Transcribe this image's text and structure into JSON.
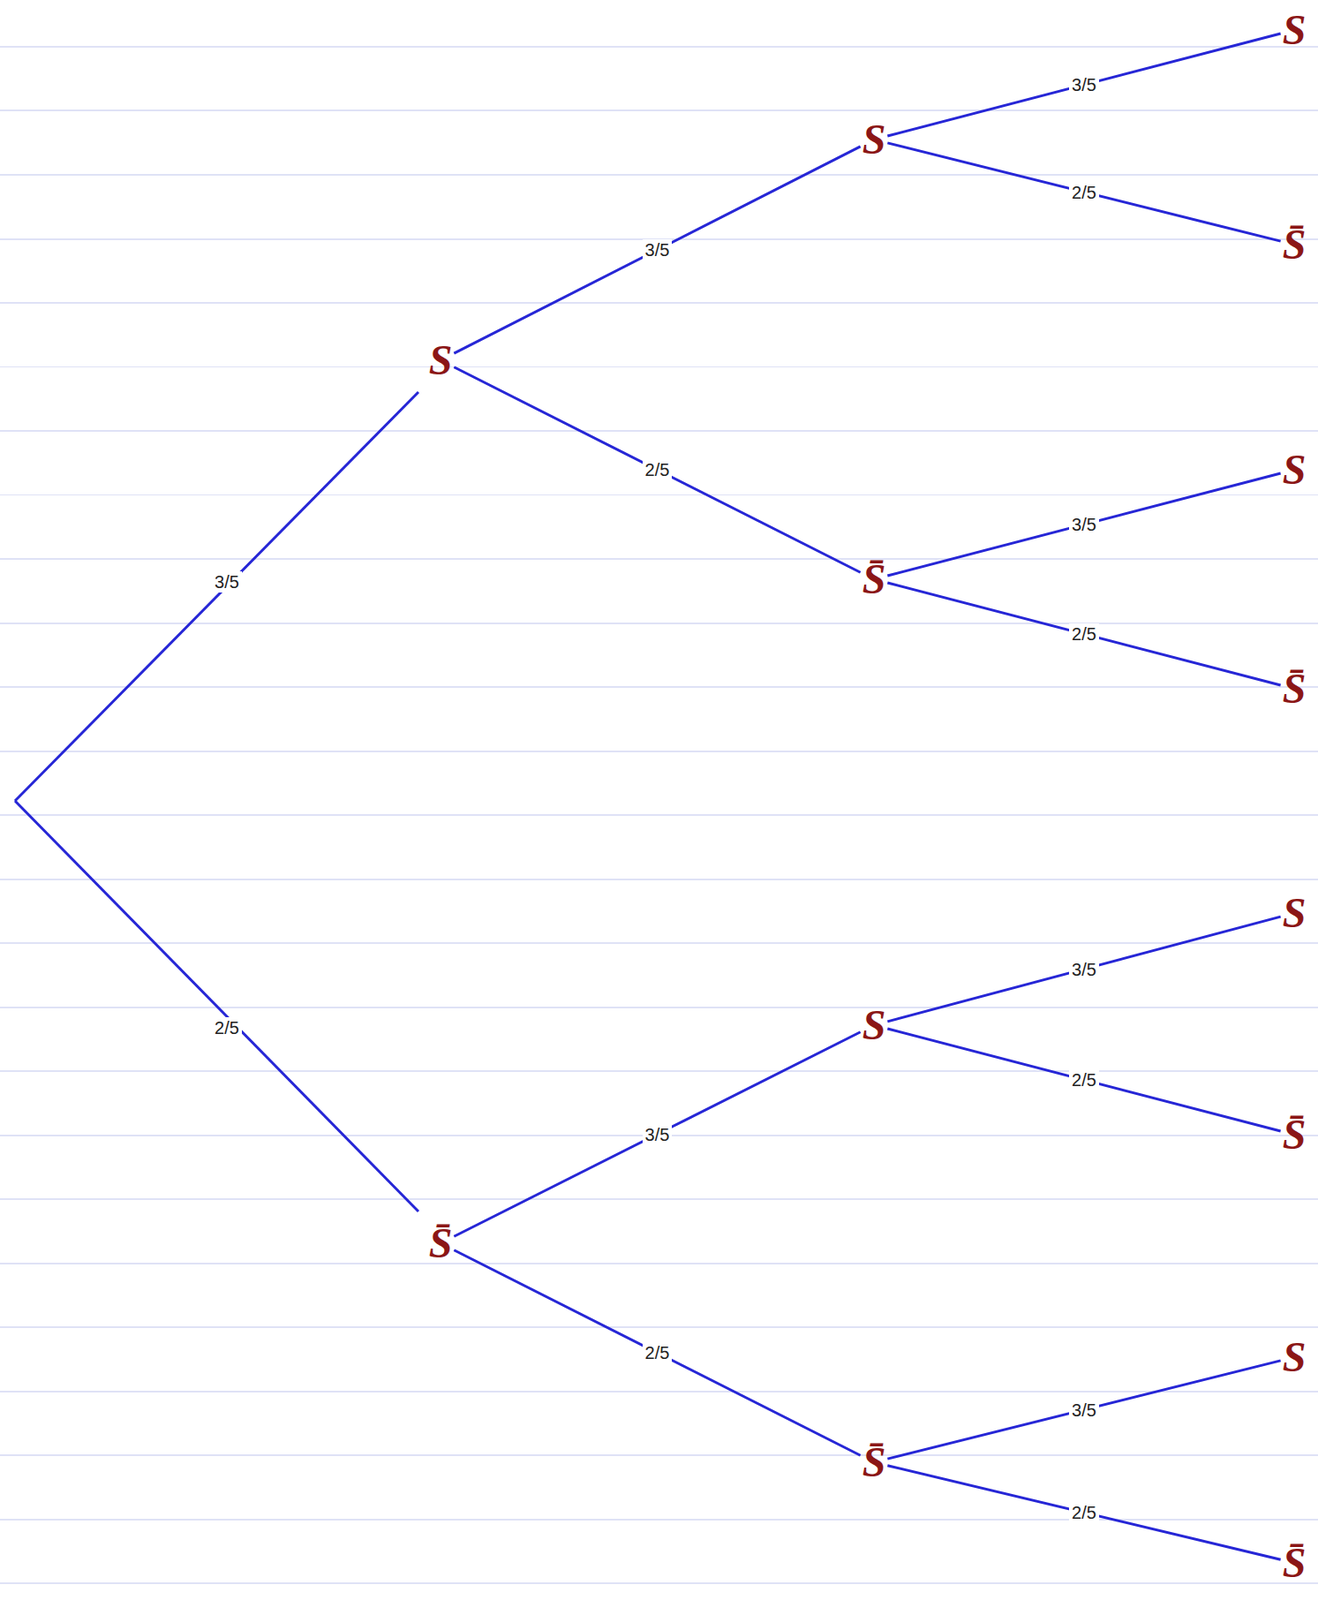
{
  "diagram": {
    "nodes": [
      {
        "text": [
          "S"
        ]
      },
      {
        "text": [
          "S̄"
        ]
      },
      {
        "text": [
          "S"
        ]
      },
      {
        "text": [
          "S̄"
        ]
      },
      {
        "text": [
          "S"
        ]
      },
      {
        "text": [
          "S̄"
        ]
      },
      {
        "text": [
          "S"
        ]
      },
      {
        "text": [
          "S̄"
        ]
      },
      {
        "text": [
          "S"
        ]
      },
      {
        "text": [
          "S̄"
        ]
      },
      {
        "text": [
          "S"
        ]
      },
      {
        "text": [
          "S̄"
        ]
      },
      {
        "text": [
          "S"
        ]
      },
      {
        "text": [
          "S̄"
        ]
      }
    ],
    "edges": [
      {
        "from": 0,
        "to": 2,
        "label": "3/5",
        "arrow": "none"
      },
      {
        "from": 0,
        "to": 3,
        "label": "2/5",
        "arrow": "none"
      },
      {
        "from": 1,
        "to": 4,
        "label": "3/5",
        "arrow": "none"
      },
      {
        "from": 1,
        "to": 5,
        "label": "2/5",
        "arrow": "none"
      },
      {
        "from": 2,
        "to": 6,
        "label": "3/5",
        "arrow": "none"
      },
      {
        "from": 2,
        "to": 7,
        "label": "2/5",
        "arrow": "none"
      },
      {
        "from": 3,
        "to": 8,
        "label": "3/5",
        "arrow": "none"
      },
      {
        "from": 3,
        "to": 9,
        "label": "2/5",
        "arrow": "none"
      },
      {
        "from": 4,
        "to": 10,
        "label": "3/5",
        "arrow": "none"
      },
      {
        "from": 4,
        "to": 11,
        "label": "2/5",
        "arrow": "none"
      },
      {
        "from": 5,
        "to": 12,
        "label": "3/5",
        "arrow": "none"
      },
      {
        "from": 5,
        "to": 13,
        "label": "2/5",
        "arrow": "none"
      }
    ],
    "labels": [
      "3/5",
      "2/5"
    ]
  }
}
